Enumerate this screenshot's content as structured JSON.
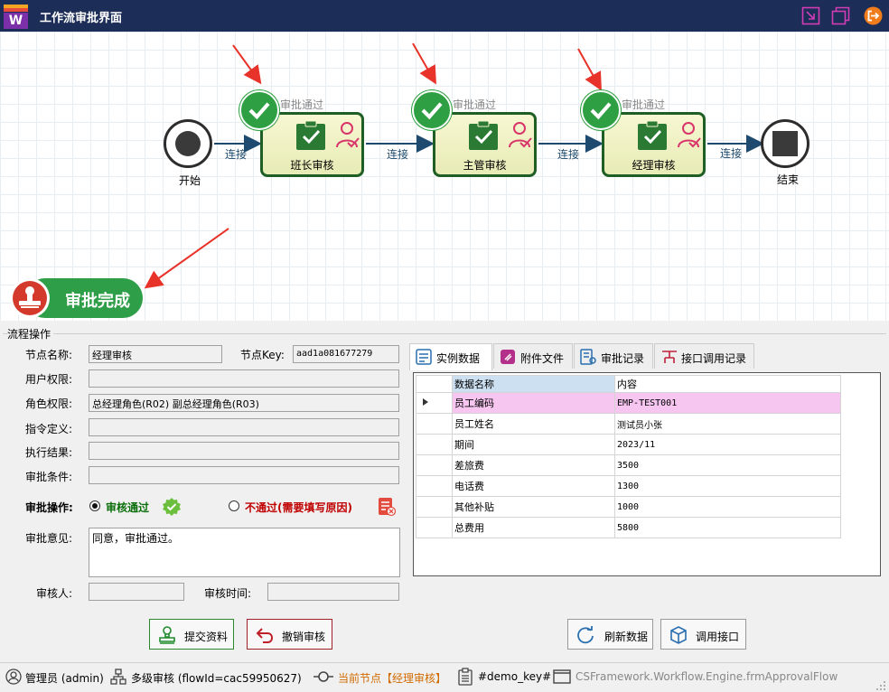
{
  "window": {
    "title": "工作流审批界面"
  },
  "flow": {
    "start_label": "开始",
    "end_label": "结束",
    "edge_label": "连接",
    "nodes": [
      {
        "label": "班长审核",
        "status": "审批通过"
      },
      {
        "label": "主管审核",
        "status": "审批通过"
      },
      {
        "label": "经理审核",
        "status": "审批通过"
      }
    ],
    "badge_text": "审批完成"
  },
  "form": {
    "section_title": "流程操作",
    "node_name_label": "节点名称:",
    "node_name_value": "经理审核",
    "node_key_label": "节点Key:",
    "node_key_value": "aad1a081677279",
    "user_perm_label": "用户权限:",
    "user_perm_value": "",
    "role_perm_label": "角色权限:",
    "role_perm_value": "总经理角色(R02) 副总经理角色(R03)",
    "cmd_label": "指令定义:",
    "cmd_value": "",
    "result_label": "执行结果:",
    "result_value": "",
    "cond_label": "审批条件:",
    "cond_value": "",
    "op_label": "审批操作:",
    "approve_label": "审核通过",
    "reject_label": "不通过(需要填写原因)",
    "opinion_label": "审批意见:",
    "opinion_value": "同意，审批通过。",
    "reviewer_label": "审核人:",
    "reviewer_value": "",
    "time_label": "审核时间:",
    "time_value": ""
  },
  "tabs": [
    "实例数据",
    "附件文件",
    "审批记录",
    "接口调用记录"
  ],
  "grid": {
    "headers": [
      "数据名称",
      "内容"
    ],
    "rows": [
      [
        "员工编码",
        "EMP-TEST001"
      ],
      [
        "员工姓名",
        "测试员小张"
      ],
      [
        "期间",
        "2023/11"
      ],
      [
        "差旅费",
        "3500"
      ],
      [
        "电话费",
        "1300"
      ],
      [
        "其他补贴",
        "1000"
      ],
      [
        "总费用",
        "5800"
      ]
    ]
  },
  "buttons": {
    "submit": "提交资料",
    "cancel": "撤销审核",
    "refresh": "刷新数据",
    "call_api": "调用接口"
  },
  "status": {
    "user": "管理员 (admin)",
    "flow": "多级审核 (flowId=cac59950627)",
    "current_node": "当前节点【经理审核】",
    "key": "#demo_key#",
    "form_class": "CSFramework.Workflow.Engine.frmApprovalFlow"
  },
  "colors": {
    "titlebar": "#1c2d57",
    "approved_green": "#2ea043",
    "node_border": "#1f5f26",
    "badge_green": "#2e9e48",
    "badge_red": "#d33a2c",
    "reject_red": "#c00000",
    "approve_green_text": "#0a6e0a",
    "selected_row": "#f6c6f0",
    "current_node_text": "#d16b00"
  }
}
